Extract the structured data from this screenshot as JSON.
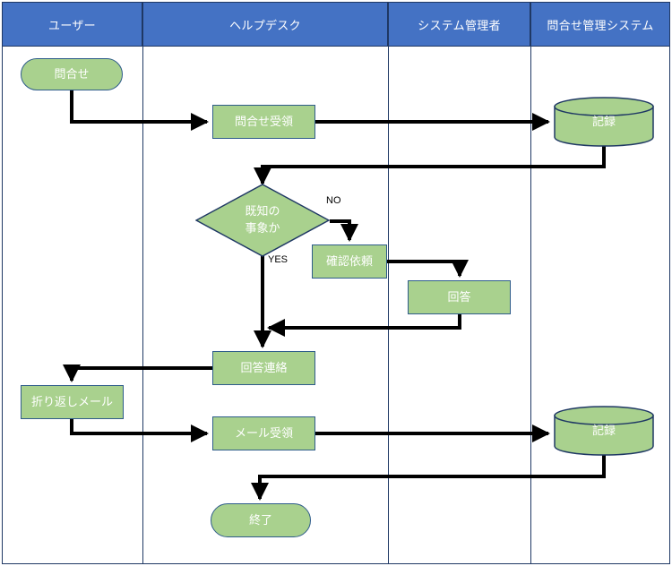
{
  "diagram": {
    "type": "swimlane-flowchart",
    "title": "",
    "colors": {
      "lane_header_bg": "#4472C4",
      "lane_header_text": "#FFFFFF",
      "shape_fill": "#A9D18E",
      "shape_stroke": "#2E5C8A",
      "shape_text": "#FFFFFF",
      "connector": "#000000",
      "frame_border": "#1F3864"
    },
    "lanes": [
      {
        "id": "user",
        "label": "ユーザー"
      },
      {
        "id": "helpdesk",
        "label": "ヘルプデスク"
      },
      {
        "id": "sysadmin",
        "label": "システム管理者"
      },
      {
        "id": "ticketsystem",
        "label": "問合せ管理システム"
      }
    ],
    "nodes": [
      {
        "id": "start",
        "label": "問合せ",
        "shape": "rounded",
        "lane": "user"
      },
      {
        "id": "receive",
        "label": "問合せ受領",
        "shape": "rect",
        "lane": "helpdesk"
      },
      {
        "id": "record1",
        "label": "記録",
        "shape": "cylinder",
        "lane": "ticketsystem"
      },
      {
        "id": "decision",
        "label": "既知の\n事象か",
        "shape": "diamond",
        "lane": "helpdesk",
        "label_lines": [
          "既知の",
          "事象か"
        ]
      },
      {
        "id": "confirmreq",
        "label": "確認依頼",
        "shape": "rect",
        "lane": "helpdesk"
      },
      {
        "id": "answer",
        "label": "回答",
        "shape": "rect",
        "lane": "sysadmin"
      },
      {
        "id": "answercall",
        "label": "回答連絡",
        "shape": "rect",
        "lane": "helpdesk"
      },
      {
        "id": "callbackmail",
        "label": "折り返しメール",
        "shape": "rect",
        "lane": "user"
      },
      {
        "id": "mailreceive",
        "label": "メール受領",
        "shape": "rect",
        "lane": "helpdesk"
      },
      {
        "id": "record2",
        "label": "記録",
        "shape": "cylinder",
        "lane": "ticketsystem"
      },
      {
        "id": "end",
        "label": "終了",
        "shape": "rounded",
        "lane": "helpdesk"
      }
    ],
    "edges": [
      {
        "from": "start",
        "to": "receive",
        "label": ""
      },
      {
        "from": "receive",
        "to": "record1",
        "label": ""
      },
      {
        "from": "record1",
        "to": "decision",
        "label": ""
      },
      {
        "from": "decision",
        "to": "confirmreq",
        "label": "NO"
      },
      {
        "from": "confirmreq",
        "to": "answer",
        "label": ""
      },
      {
        "from": "answer",
        "to": "answercall",
        "label": ""
      },
      {
        "from": "decision",
        "to": "answercall",
        "label": "YES"
      },
      {
        "from": "answercall",
        "to": "callbackmail",
        "label": ""
      },
      {
        "from": "callbackmail",
        "to": "mailreceive",
        "label": ""
      },
      {
        "from": "mailreceive",
        "to": "record2",
        "label": ""
      },
      {
        "from": "record2",
        "to": "end",
        "label": ""
      }
    ],
    "edge_labels": [
      {
        "id": "no-label",
        "text": "NO"
      },
      {
        "id": "yes-label",
        "text": "YES"
      }
    ]
  }
}
